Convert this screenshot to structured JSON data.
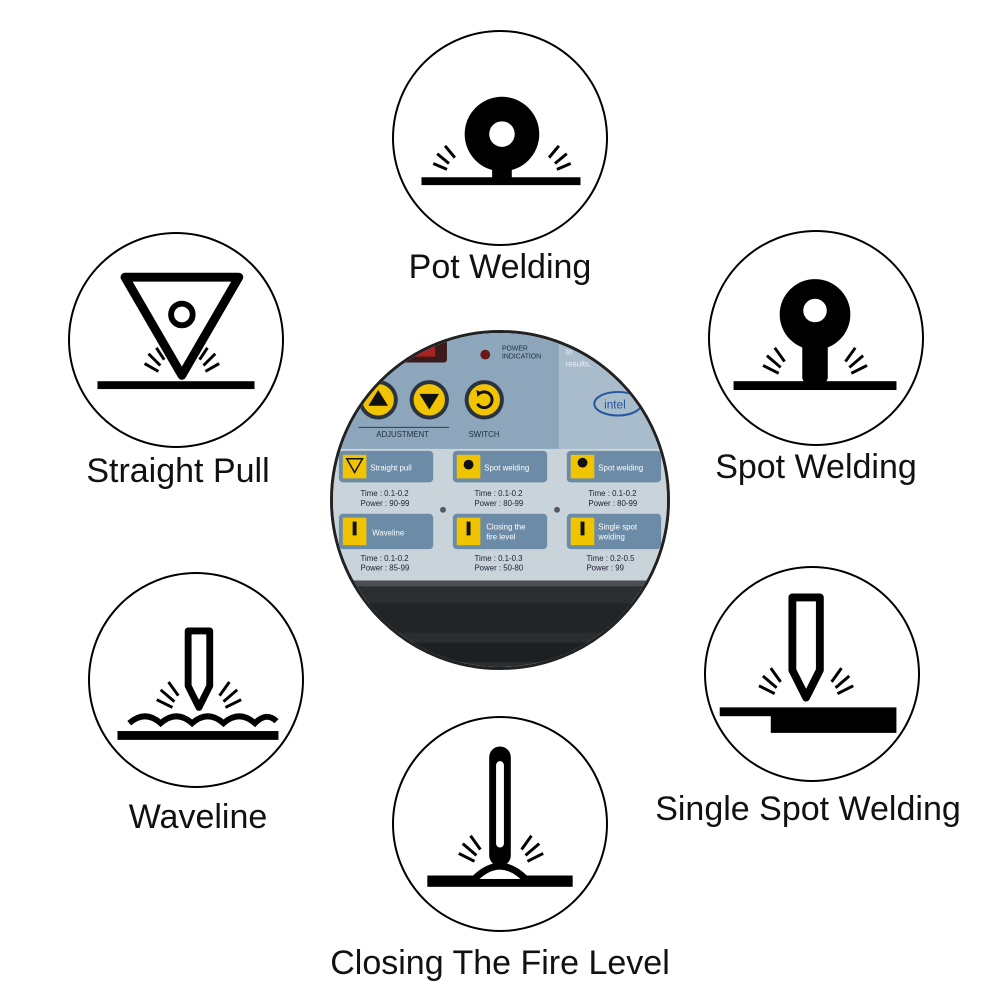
{
  "modes": {
    "pot_welding": "Pot Welding",
    "straight_pull": "Straight Pull",
    "spot_welding": "Spot Welding",
    "waveline": "Waveline",
    "single_spot_welding": "Single Spot Welding",
    "closing_fire_level": "Closing The Fire Level"
  },
  "panel": {
    "power_indication": [
      "POWER",
      "INDICATION"
    ],
    "side_text": [
      "to",
      "results."
    ],
    "adjustment_label": "ADJUSTMENT",
    "switch_label": "SWITCH",
    "logo": "intel",
    "cards": [
      {
        "label": "Straight pull",
        "time": "Time : 0.1-0.2",
        "power": "Power :  90-99"
      },
      {
        "label": "Spot welding",
        "time": "Time : 0.1-0.2",
        "power": "Power :   80-99"
      },
      {
        "label": "Spot welding",
        "time": "Time : 0.1-0.2",
        "power": "Power :   80-99"
      },
      {
        "label": "Waveline",
        "time": "Time : 0.1-0.2",
        "power": "Power :   85-99"
      },
      {
        "label_lines": [
          "Closing the",
          "fire level"
        ],
        "time": "Time : 0.1-0.3",
        "power": "Power :   50-80"
      },
      {
        "label_lines": [
          "Single spot",
          "welding"
        ],
        "time": "Time : 0.2-0.5",
        "power": "Power :      99"
      }
    ]
  }
}
